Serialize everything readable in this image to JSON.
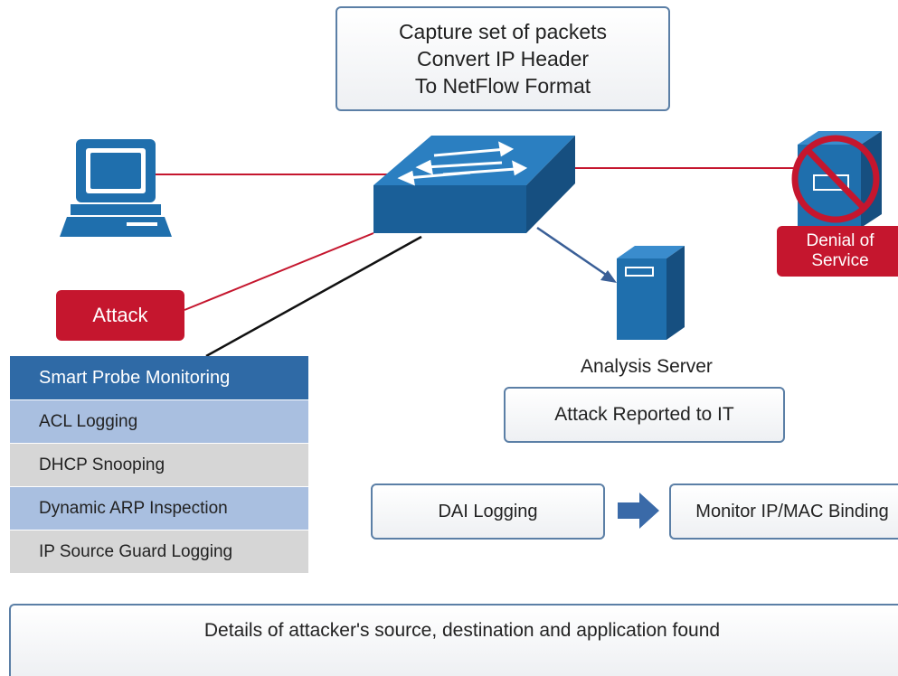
{
  "colors": {
    "device_blue": "#1f6fad",
    "link_red": "#c5162e",
    "box_border": "#5b7fa6",
    "header_blue": "#2f6aa6",
    "row_blue": "#a9bfe0",
    "row_grey": "#d6d6d6"
  },
  "capture_box": {
    "line1": "Capture set of packets",
    "line2": "Convert IP Header",
    "line3": "To NetFlow Format"
  },
  "attack_label": "Attack",
  "denial_label": {
    "line1": "Denial of",
    "line2": "Service"
  },
  "analysis_caption": "Analysis Server",
  "reported_box": "Attack Reported to IT",
  "dai_box": "DAI Logging",
  "binding_box": "Monitor IP/MAC Binding",
  "details_box": "Details of attacker's source, destination and application found",
  "feature_list": [
    "Smart Probe Monitoring",
    "ACL Logging",
    "DHCP Snooping",
    "Dynamic ARP Inspection",
    "IP Source Guard Logging"
  ],
  "icons": [
    "computer-icon",
    "switch-icon",
    "server-icon",
    "blocked-server-icon",
    "arrow-right-icon"
  ]
}
